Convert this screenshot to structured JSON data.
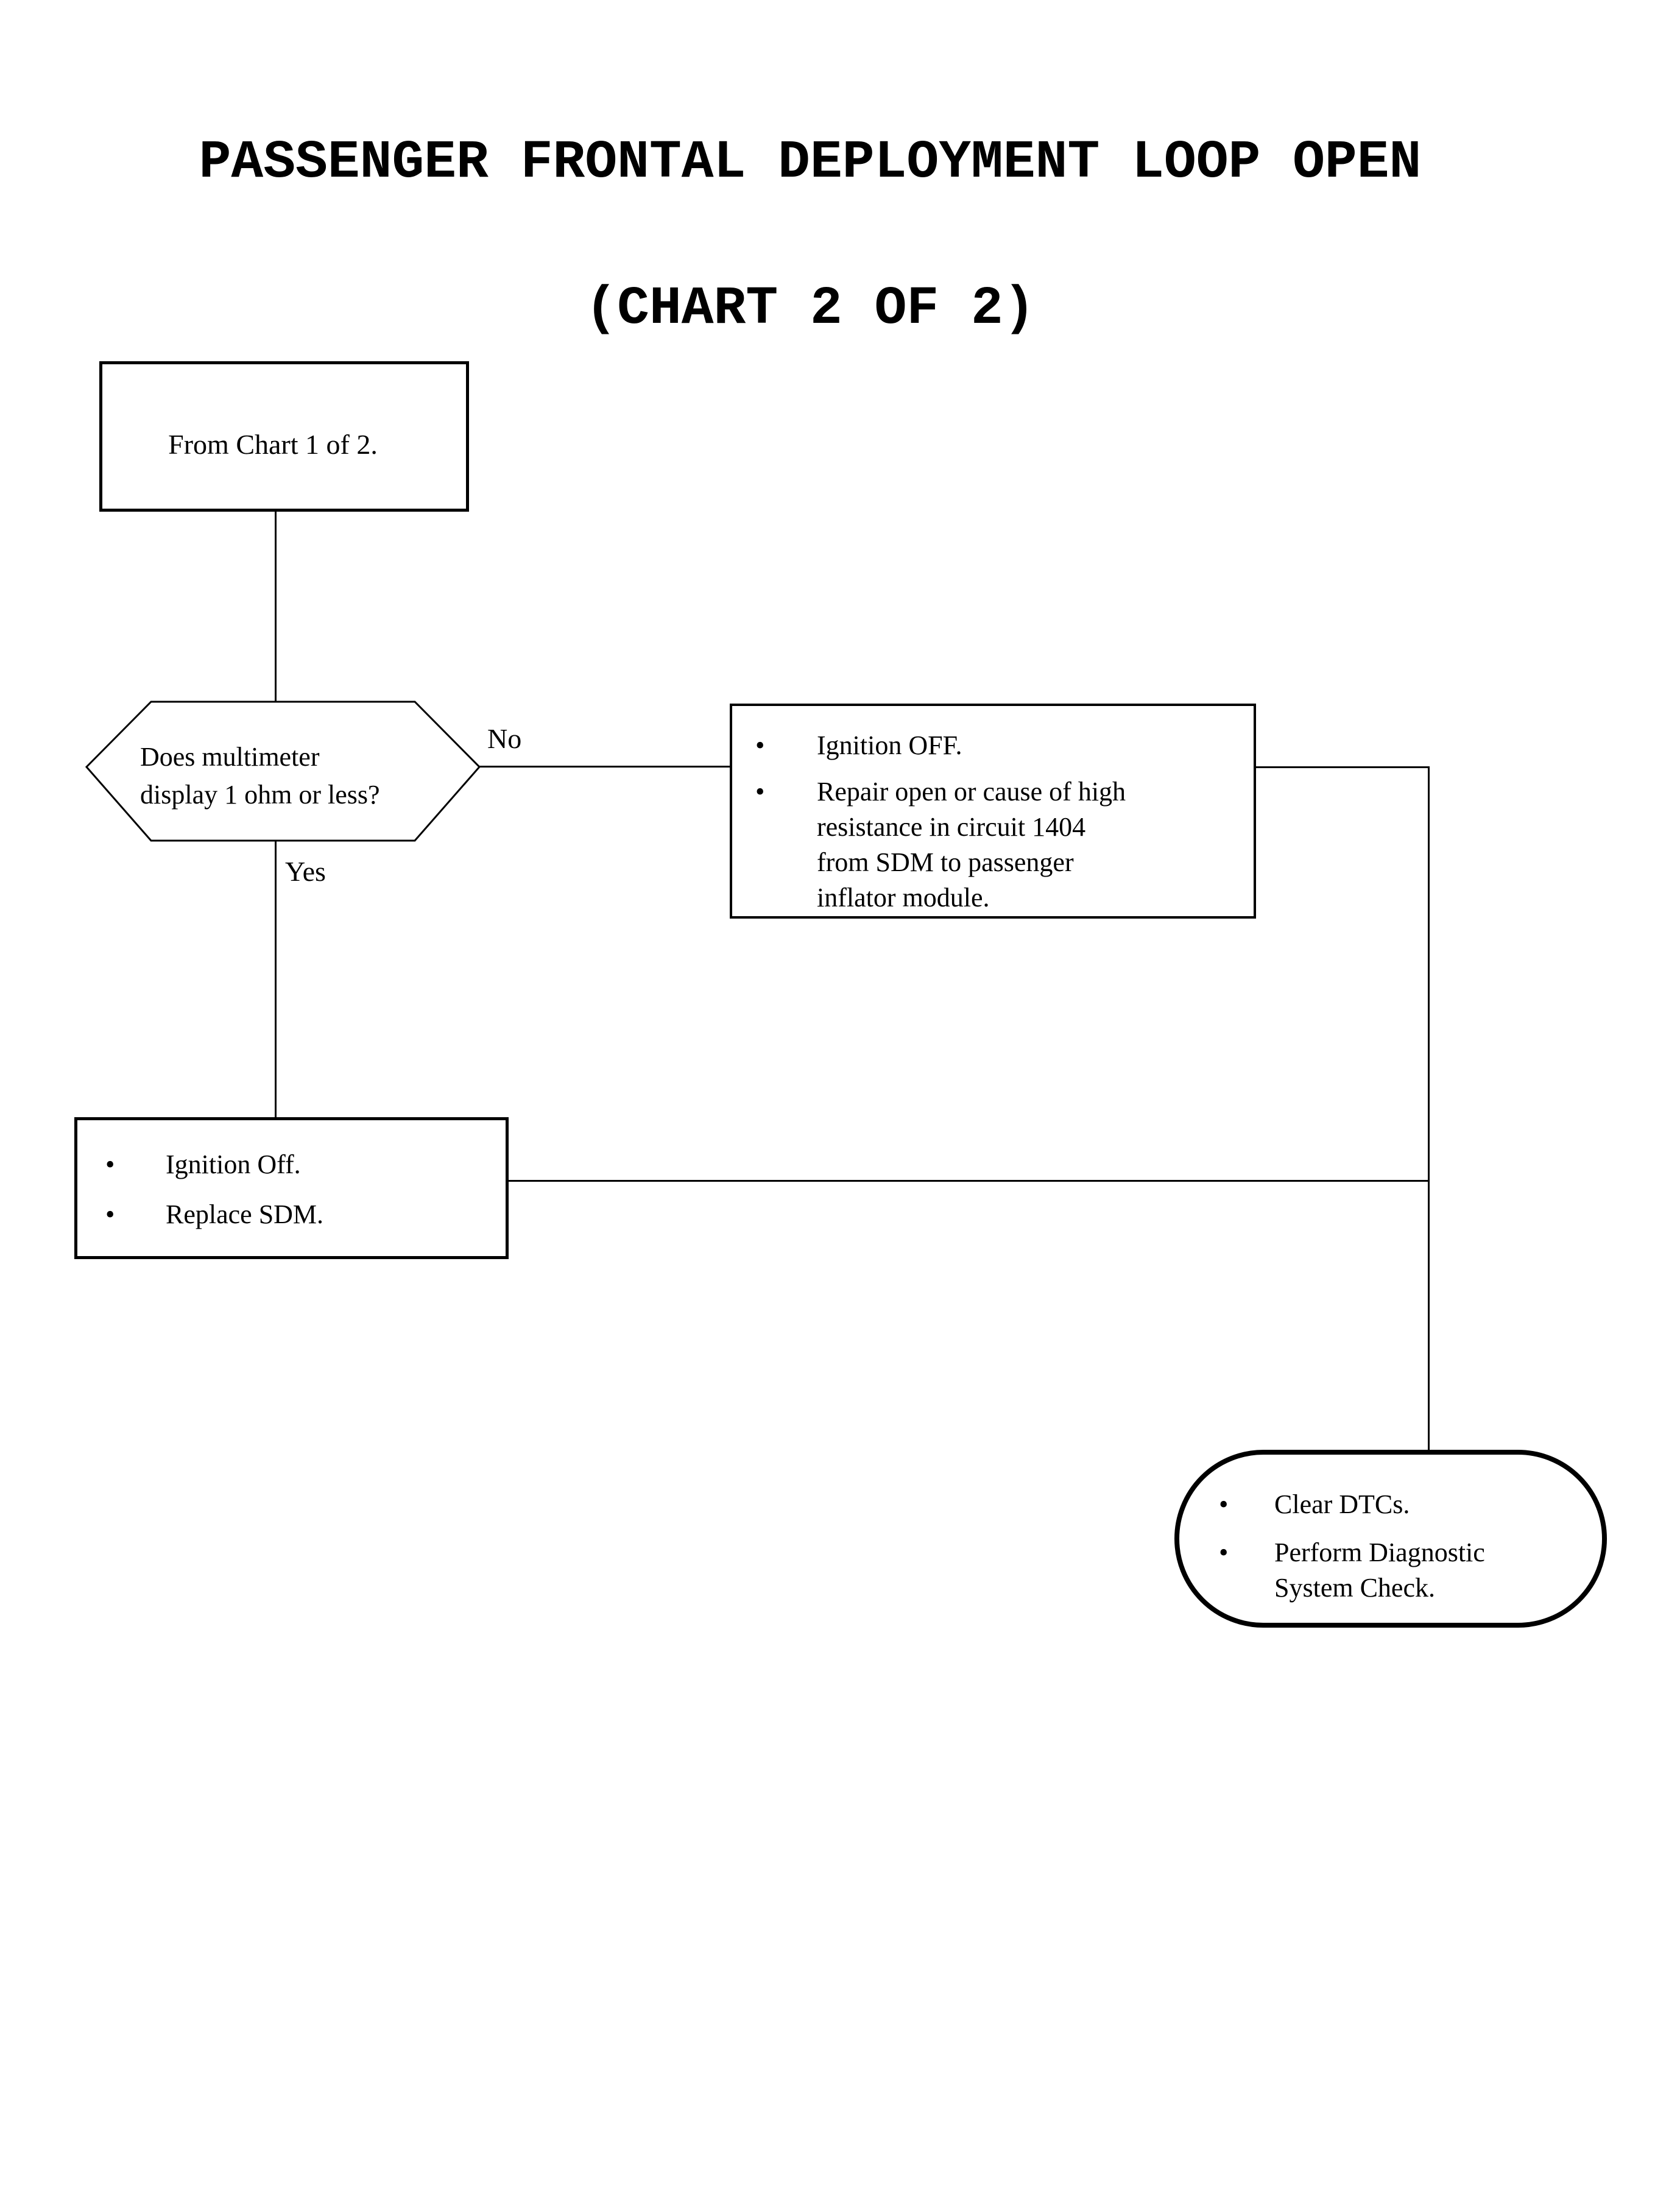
{
  "title": {
    "line1": "PASSENGER FRONTAL DEPLOYMENT LOOP OPEN",
    "line2": "(CHART 2 OF 2)"
  },
  "icons": {
    "bullet": "•"
  },
  "colors": {
    "background": "#ffffff",
    "line": "#000000",
    "text": "#000000"
  },
  "nodes": {
    "start": {
      "text": "From Chart 1 of 2."
    },
    "decision": {
      "line1": "Does multimeter",
      "line2": "display 1 ohm or less?"
    },
    "repair": {
      "item1": "Ignition OFF.",
      "item2_line1": "Repair open or cause of high",
      "item2_line2": "resistance in circuit 1404",
      "item2_line3": "from SDM to passenger",
      "item2_line4": "inflator module."
    },
    "replace": {
      "item1": "Ignition Off.",
      "item2": "Replace SDM."
    },
    "end": {
      "item1": "Clear DTCs.",
      "item2_line1": "Perform Diagnostic",
      "item2_line2": "System Check."
    }
  },
  "edge_labels": {
    "no": "No",
    "yes": "Yes"
  }
}
